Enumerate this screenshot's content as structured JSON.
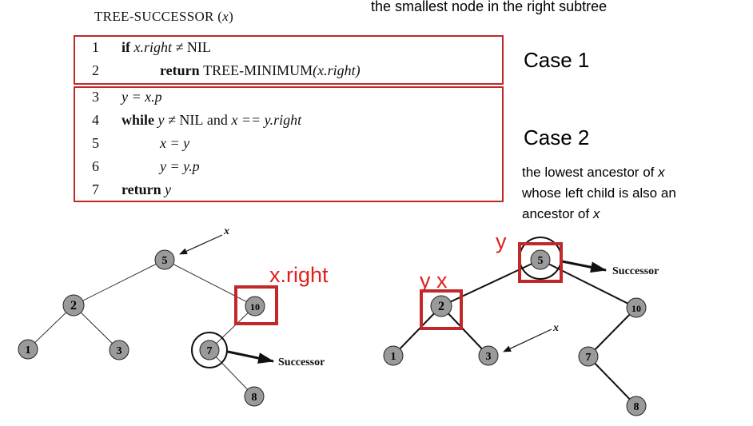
{
  "caption": "the smallest node in the right subtree",
  "procedure": {
    "name": "TREE-SUCCESSOR",
    "param": "x"
  },
  "code_lines": [
    {
      "num": "1",
      "kw1": "if",
      "t1": " x.right ≠ ",
      "sc": "NIL"
    },
    {
      "num": "2",
      "kw1": "return",
      "sc": "TREE-MINIMUM",
      "t1": "(x.right)"
    },
    {
      "num": "3",
      "t1": "y = x.p"
    },
    {
      "num": "4",
      "kw1": "while",
      "t1": " y ≠ ",
      "sc": "NIL",
      "t2": " and ",
      "t3": "x == y.right"
    },
    {
      "num": "5",
      "t1": "x = y"
    },
    {
      "num": "6",
      "t1": "y = y.p"
    },
    {
      "num": "7",
      "kw1": "return",
      "t1": " y"
    }
  ],
  "cases": {
    "case1": "Case 1",
    "case2": "Case 2",
    "case2_desc": [
      "the lowest ancestor of ",
      "x",
      "whose left child is also an",
      "ancestor of ",
      "x"
    ]
  },
  "trees": {
    "left": {
      "nodes": [
        "5",
        "2",
        "10",
        "1",
        "3",
        "7",
        "8"
      ],
      "pointer_label": "x",
      "successor_label": "Successor",
      "highlight_label": "x.right"
    },
    "right": {
      "nodes": [
        "5",
        "2",
        "10",
        "1",
        "3",
        "7",
        "8"
      ],
      "pointer_label": "x",
      "successor_label": "Successor",
      "y_label_top": "y",
      "yx_label": "y x"
    }
  },
  "colors": {
    "highlight": "#c0282a",
    "label_red": "#e11d1d",
    "node_fill": "#9a9a9a"
  }
}
